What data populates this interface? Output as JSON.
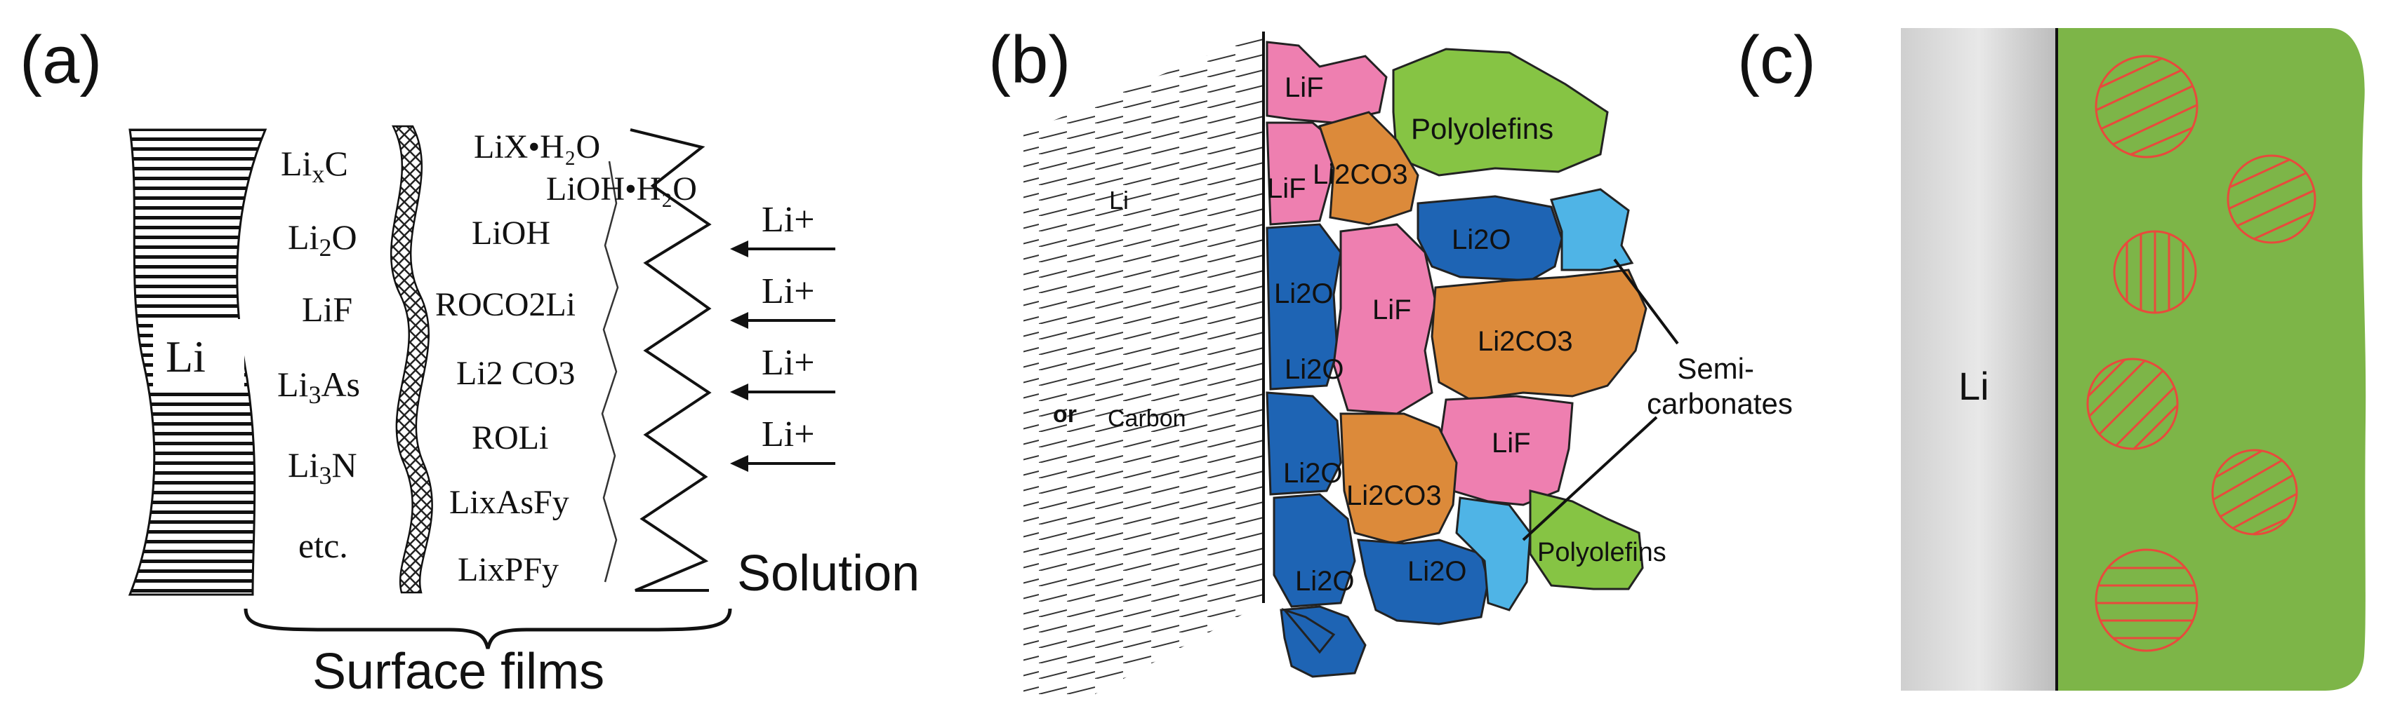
{
  "panels": {
    "a": {
      "label": "(a)",
      "li": "Li",
      "col1": [
        "Li",
        "x",
        "C",
        "Li",
        "2",
        "O",
        "LiF",
        "Li",
        "3",
        "As",
        "Li",
        "3",
        "N",
        "etc."
      ],
      "col2": {
        "lix_h2o": "LiX•H₂O",
        "lioh_h2o": "LiOH•H₂O",
        "lioh": "LiOH",
        "roco2li": "ROCO2Li",
        "li2co3": "Li2 CO3",
        "roli": "ROLi",
        "lixasfy": "LixAsFy",
        "lixpfy": "LixPFy"
      },
      "li_plus": "Li+",
      "solution": "Solution",
      "surface_films": "Surface films"
    },
    "b": {
      "label": "(b)",
      "li": "Li",
      "or_word": "or",
      "carbon": "Carbon",
      "grains": {
        "lif_1": "LiF",
        "polyolefins_1": "Polyolefins",
        "lif_2": "LiF",
        "li2co3_1": "Li2CO3",
        "li2o_1": "Li2O",
        "li2o_2": "Li2O",
        "lif_3": "LiF",
        "li2co3_2": "Li2CO3",
        "li2o_3": "Li2O",
        "lif_4": "LiF",
        "li2o_4": "Li2O",
        "li2co3_3": "Li2CO3",
        "li2o_5": "Li2O",
        "li2o_6": "Li2O",
        "polyolefins_2": "Polyolefins"
      },
      "semi_carbonates": [
        "Semi-",
        "carbonates"
      ]
    },
    "c": {
      "label": "(c)",
      "li": "Li"
    }
  },
  "colors": {
    "pink": "#ee7fb0",
    "orange": "#dc8a3a",
    "blue": "#1e64b4",
    "light_blue": "#4fb4e6",
    "green": "#86c444",
    "film_green": "#7db548",
    "particle_red": "#e84a3c",
    "li_gray": "#bdbdbd"
  }
}
